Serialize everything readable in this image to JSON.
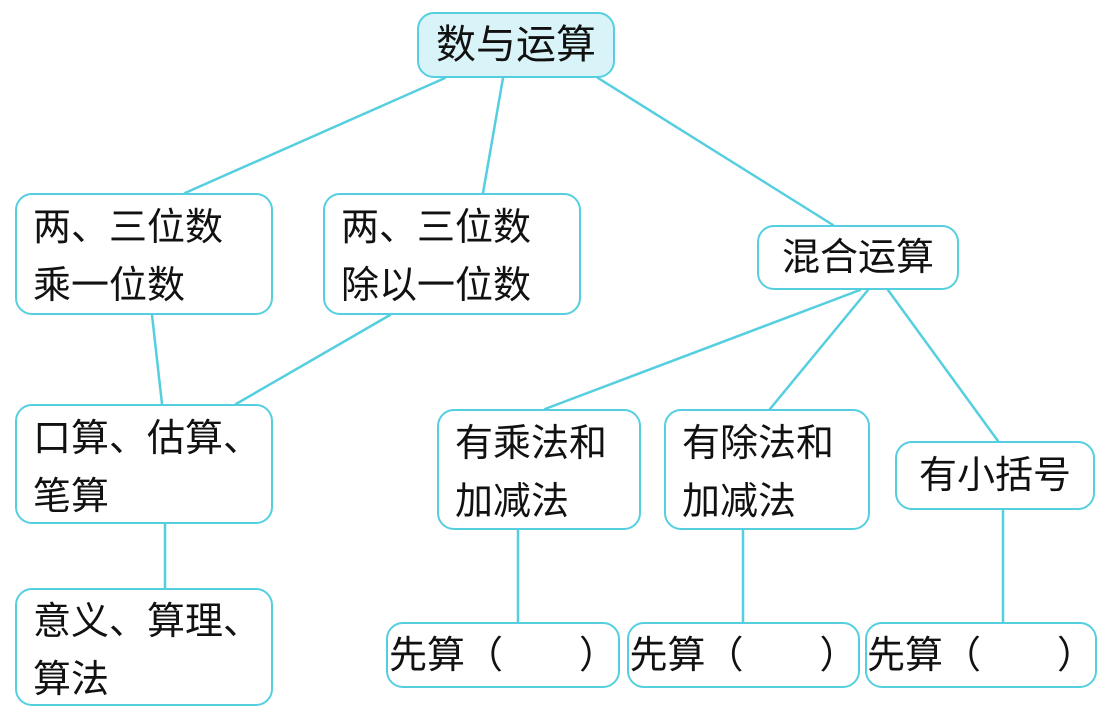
{
  "root": {
    "label": "数与运算"
  },
  "branch_multiply": {
    "lines": [
      "两、三位数",
      "乘一位数"
    ]
  },
  "branch_divide": {
    "lines": [
      "两、三位数",
      "除以一位数"
    ]
  },
  "branch_mixed": {
    "label": "混合运算"
  },
  "methods": {
    "lines": [
      "口算、估算、",
      "笔算"
    ]
  },
  "meaning": {
    "lines": [
      "意义、算理、",
      "算法"
    ]
  },
  "case_multiply": {
    "lines": [
      "有乘法和",
      "加减法"
    ]
  },
  "case_divide": {
    "lines": [
      "有除法和",
      "加减法"
    ]
  },
  "case_brackets": {
    "label": "有小括号"
  },
  "first_steps": [
    {
      "label": "先算（　　）"
    },
    {
      "label": "先算（　　）"
    },
    {
      "label": "先算（　　）"
    }
  ],
  "colors": {
    "connector": "#55cfe0",
    "root_fill": "#d9f4f8",
    "text": "#111111"
  }
}
